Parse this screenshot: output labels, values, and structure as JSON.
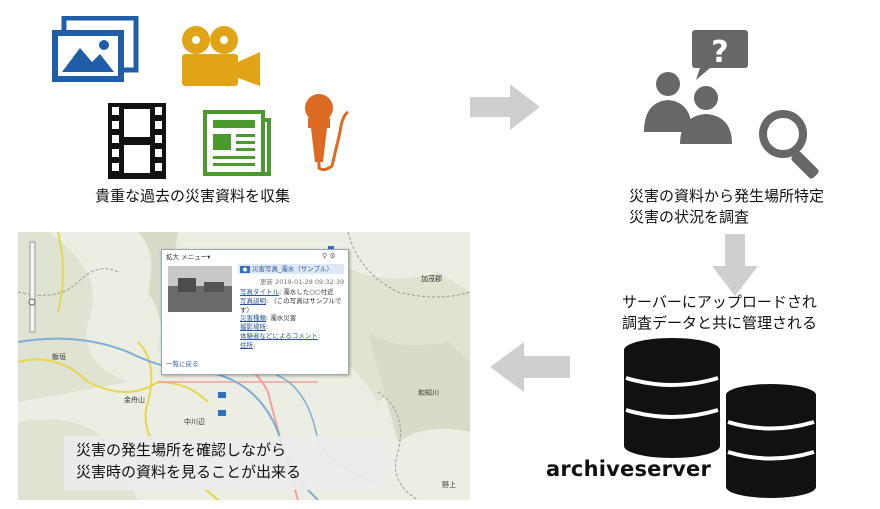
{
  "top_left": {
    "caption": "貴重な過去の災害資料を収集"
  },
  "top_right": {
    "line1": "災害の資料から発生場所特定",
    "line2": "災害の状況を調査"
  },
  "middle_right": {
    "line1": "サーバーにアップロードされ",
    "line2": "調査データと共に管理される"
  },
  "server": {
    "label": "archiveserver"
  },
  "map": {
    "overlay_line1": "災害の発生場所を確認しながら",
    "overlay_line2": "災害時の資料を見ることが出来る",
    "place_labels": [
      "加茂郡",
      "飯垣",
      "金舟山",
      "中川辺",
      "和知川",
      "野上"
    ],
    "popup": {
      "menu": "拡大 メニュー▾",
      "title": "災害写真_濁水（サンプル）",
      "updated": "更新 2019-01-28 09:32:39",
      "fields": [
        {
          "key": "写真タイトル",
          "value": "濁水した○○付近"
        },
        {
          "key": "写真説明",
          "value": "（この写真はサンプルです）"
        },
        {
          "key": "災害種類",
          "value": "濁水災害"
        },
        {
          "key": "撮影場所",
          "value": ""
        },
        {
          "key": "体験者などによるコメント",
          "value": ""
        },
        {
          "key": "住所",
          "value": ""
        }
      ],
      "back": "一覧に戻る"
    }
  },
  "colors": {
    "photo_blue": "#1f5da8",
    "video_gold": "#e1a416",
    "doc_green": "#4a9a2d",
    "mic_orange": "#dd6a22",
    "gray_icon": "#676767",
    "arrow_gray": "#cfcfcf"
  },
  "icons": [
    "photos-icon",
    "video-camera-icon",
    "film-strip-icon",
    "newspaper-icon",
    "microphone-icon",
    "people-question-icon",
    "magnifier-icon",
    "database-icon"
  ]
}
